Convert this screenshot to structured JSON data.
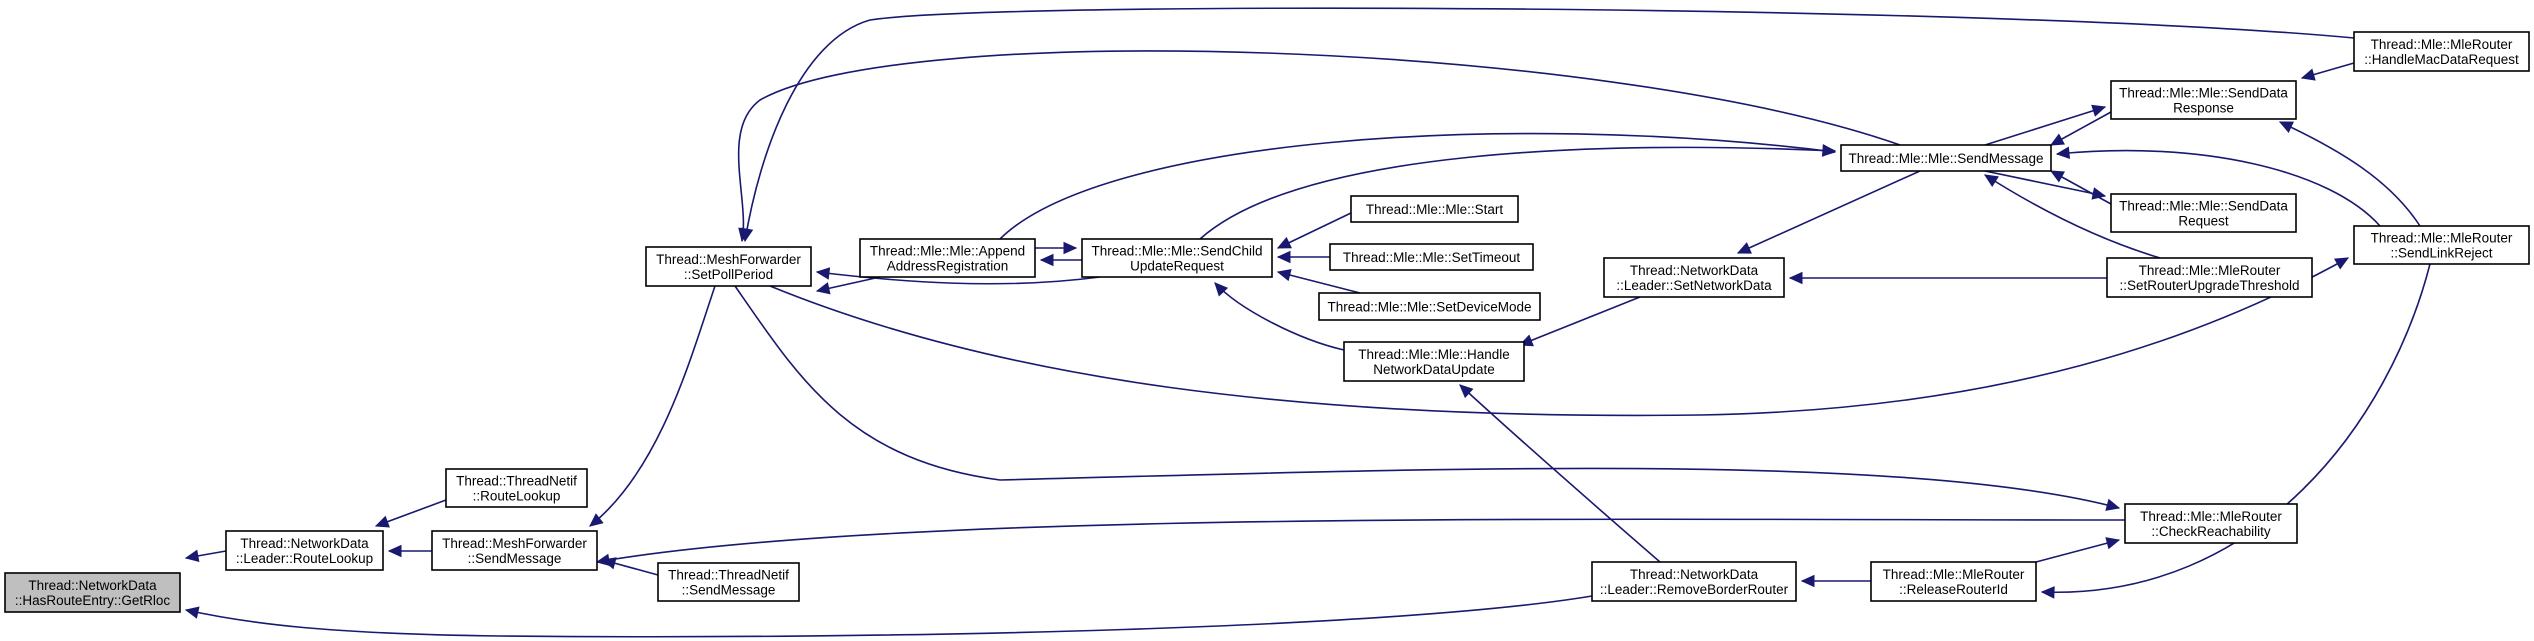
{
  "diagram": {
    "nodes": [
      {
        "id": "getrloc",
        "lines": [
          "Thread::NetworkData",
          "::HasRouteEntry::GetRloc"
        ],
        "highlight": true
      },
      {
        "id": "leader_routelookup",
        "lines": [
          "Thread::NetworkData",
          "::Leader::RouteLookup"
        ]
      },
      {
        "id": "threadnetif_routelookup",
        "lines": [
          "Thread::ThreadNetif",
          "::RouteLookup"
        ]
      },
      {
        "id": "meshfwd_sendmessage",
        "lines": [
          "Thread::MeshForwarder",
          "::SendMessage"
        ]
      },
      {
        "id": "threadnetif_sendmessage",
        "lines": [
          "Thread::ThreadNetif",
          "::SendMessage"
        ]
      },
      {
        "id": "setpollperiod",
        "lines": [
          "Thread::MeshForwarder",
          "::SetPollPeriod"
        ]
      },
      {
        "id": "append_addrreg",
        "lines": [
          "Thread::Mle::Mle::Append",
          "AddressRegistration"
        ]
      },
      {
        "id": "sendchildupdate",
        "lines": [
          "Thread::Mle::Mle::SendChild",
          "UpdateRequest"
        ]
      },
      {
        "id": "mle_start",
        "lines": [
          "Thread::Mle::Mle::Start"
        ]
      },
      {
        "id": "mle_settimeout",
        "lines": [
          "Thread::Mle::Mle::SetTimeout"
        ]
      },
      {
        "id": "mle_setdevicemode",
        "lines": [
          "Thread::Mle::Mle::SetDeviceMode"
        ]
      },
      {
        "id": "handle_netdataupdate",
        "lines": [
          "Thread::Mle::Mle::Handle",
          "NetworkDataUpdate"
        ]
      },
      {
        "id": "leader_setnetdata",
        "lines": [
          "Thread::NetworkData",
          "::Leader::SetNetworkData"
        ]
      },
      {
        "id": "mle_sendmessage",
        "lines": [
          "Thread::Mle::Mle::SendMessage"
        ]
      },
      {
        "id": "senddata_response",
        "lines": [
          "Thread::Mle::Mle::SendData",
          "Response"
        ]
      },
      {
        "id": "senddata_request",
        "lines": [
          "Thread::Mle::Mle::SendData",
          "Request"
        ]
      },
      {
        "id": "setrouterupgrade",
        "lines": [
          "Thread::Mle::MleRouter",
          "::SetRouterUpgradeThreshold"
        ]
      },
      {
        "id": "handlemacdatareq",
        "lines": [
          "Thread::Mle::MleRouter",
          "::HandleMacDataRequest"
        ]
      },
      {
        "id": "sendlinkreject",
        "lines": [
          "Thread::Mle::MleRouter",
          "::SendLinkReject"
        ]
      },
      {
        "id": "checkreach",
        "lines": [
          "Thread::Mle::MleRouter",
          "::CheckReachability"
        ]
      },
      {
        "id": "removeborder",
        "lines": [
          "Thread::NetworkData",
          "::Leader::RemoveBorderRouter"
        ]
      },
      {
        "id": "releaserouterid",
        "lines": [
          "Thread::Mle::MleRouter",
          "::ReleaseRouterId"
        ]
      }
    ],
    "edges": [
      {
        "from": "leader_routelookup",
        "to": "getrloc"
      },
      {
        "from": "removeborder",
        "to": "getrloc"
      },
      {
        "from": "threadnetif_routelookup",
        "to": "leader_routelookup"
      },
      {
        "from": "meshfwd_sendmessage",
        "to": "leader_routelookup"
      },
      {
        "from": "setpollperiod",
        "to": "meshfwd_sendmessage"
      },
      {
        "from": "threadnetif_sendmessage",
        "to": "meshfwd_sendmessage"
      },
      {
        "from": "checkreach",
        "to": "meshfwd_sendmessage"
      },
      {
        "from": "append_addrreg",
        "to": "setpollperiod"
      },
      {
        "from": "sendchildupdate",
        "to": "setpollperiod"
      },
      {
        "from": "mle_sendmessage",
        "to": "setpollperiod"
      },
      {
        "from": "handlemacdatareq",
        "to": "setpollperiod"
      },
      {
        "from": "sendchildupdate",
        "to": "append_addrreg"
      },
      {
        "from": "append_addrreg",
        "to": "sendchildupdate"
      },
      {
        "from": "mle_start",
        "to": "sendchildupdate"
      },
      {
        "from": "mle_settimeout",
        "to": "sendchildupdate"
      },
      {
        "from": "mle_setdevicemode",
        "to": "sendchildupdate"
      },
      {
        "from": "handle_netdataupdate",
        "to": "sendchildupdate"
      },
      {
        "from": "append_addrreg",
        "to": "mle_sendmessage"
      },
      {
        "from": "sendchildupdate",
        "to": "mle_sendmessage"
      },
      {
        "from": "leader_setnetdata",
        "to": "handle_netdataupdate"
      },
      {
        "from": "removeborder",
        "to": "handle_netdataupdate"
      },
      {
        "from": "mle_sendmessage",
        "to": "leader_setnetdata"
      },
      {
        "from": "setrouterupgrade",
        "to": "leader_setnetdata"
      },
      {
        "from": "senddata_response",
        "to": "mle_sendmessage"
      },
      {
        "from": "mle_sendmessage",
        "to": "senddata_response"
      },
      {
        "from": "senddata_request",
        "to": "mle_sendmessage"
      },
      {
        "from": "mle_sendmessage",
        "to": "senddata_request"
      },
      {
        "from": "setrouterupgrade",
        "to": "mle_sendmessage"
      },
      {
        "from": "sendlinkreject",
        "to": "mle_sendmessage"
      },
      {
        "from": "handlemacdatareq",
        "to": "senddata_response"
      },
      {
        "from": "sendlinkreject",
        "to": "senddata_response"
      },
      {
        "from": "setpollperiod",
        "to": "sendlinkreject"
      },
      {
        "from": "setpollperiod",
        "to": "checkreach"
      },
      {
        "from": "releaserouterid",
        "to": "checkreach"
      },
      {
        "from": "releaserouterid",
        "to": "removeborder"
      },
      {
        "from": "sendlinkreject",
        "to": "releaserouterid"
      }
    ]
  }
}
